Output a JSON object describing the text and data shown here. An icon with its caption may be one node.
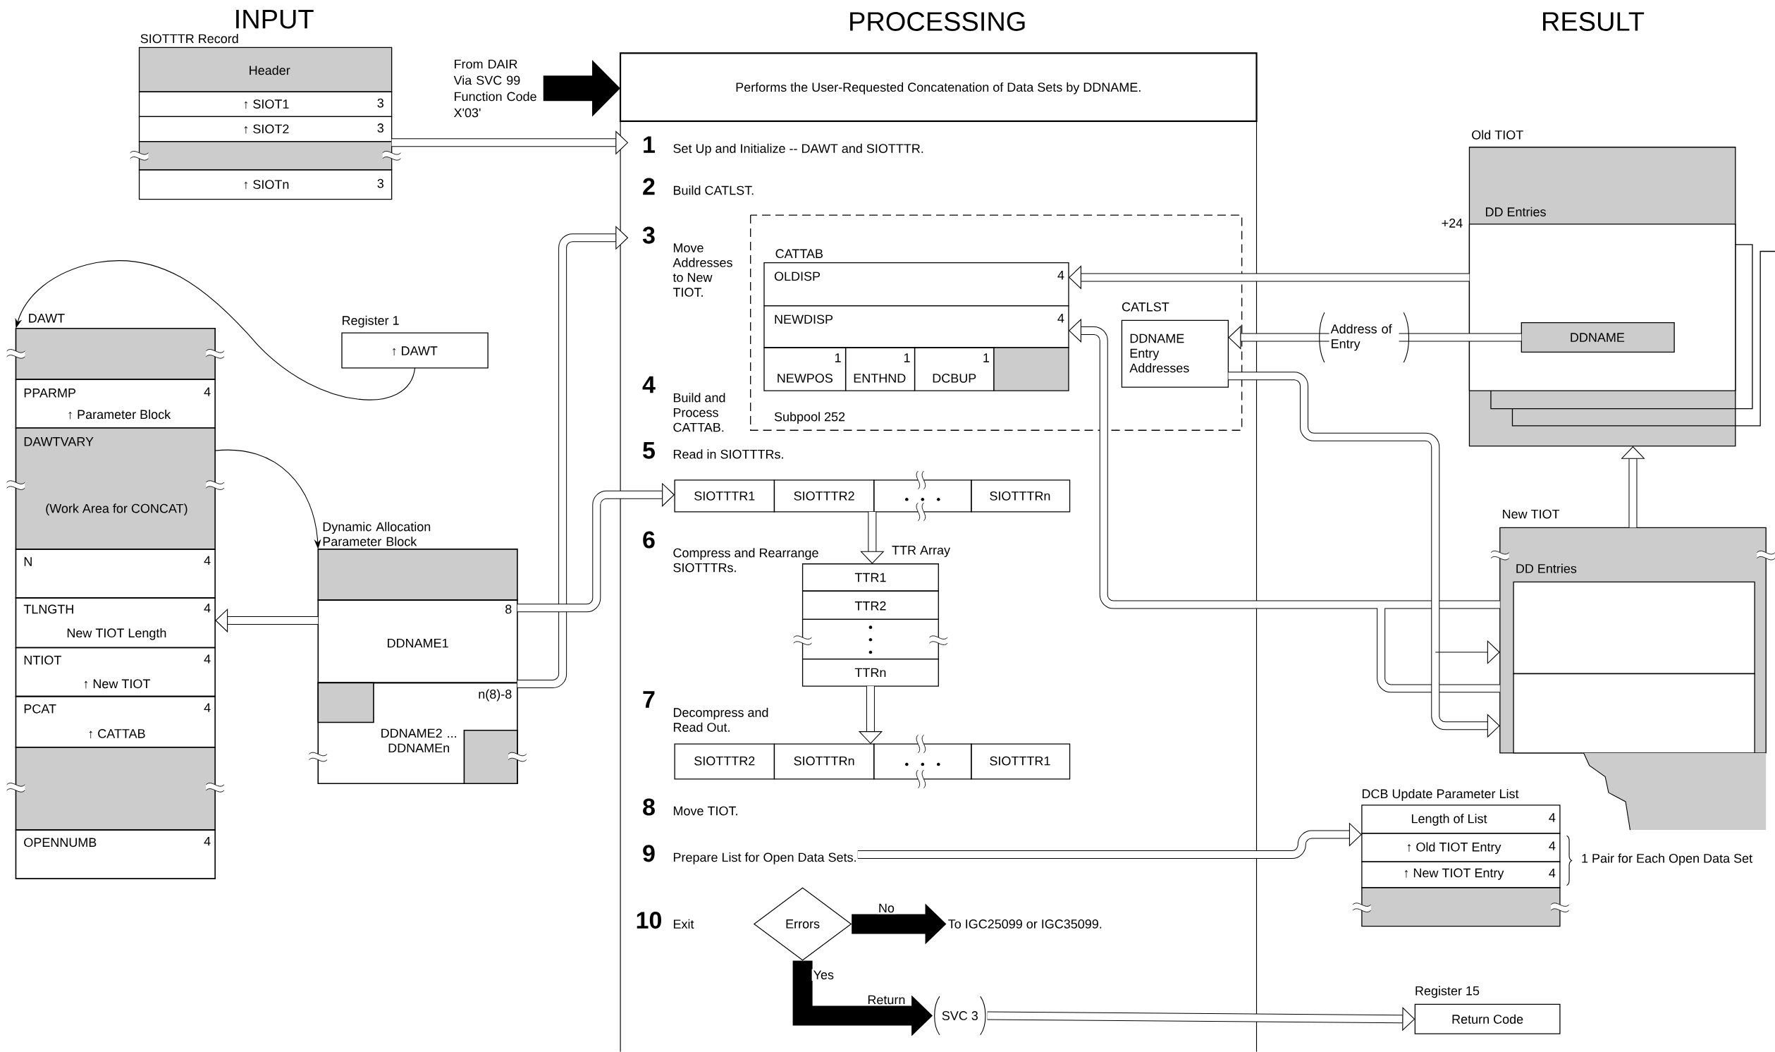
{
  "diagram": {
    "nodes": [
      {
        "text": [
          "SIOTTTR Record",
          "Header",
          "↑ SIOT1",
          "3",
          "↑ SIOT2",
          "3",
          "↑ SIOTn",
          "3"
        ]
      },
      {
        "text": [
          "From DAIR Via SVC 99 Function Code X'03'"
        ]
      },
      {
        "text": [
          "Performs the User-Requested Concatenation of Data Sets by DDNAME."
        ]
      },
      {
        "text": [
          "1",
          "Set Up and Initialize -- DAWT and SIOTTTR."
        ],
        "in": 2
      },
      {
        "text": [
          "2",
          "Build CATLST."
        ],
        "in": 2
      },
      {
        "text": [
          "3",
          "Move Addresses to New TIOT."
        ],
        "in": 2
      },
      {
        "text": [
          "4",
          "Build and Process CATTAB."
        ],
        "in": 2
      },
      {
        "text": [
          "5",
          "Read in SIOTTTRs."
        ],
        "in": 2
      },
      {
        "text": [
          "6",
          "Compress and Rearrange SIOTTTRs."
        ],
        "in": 2
      },
      {
        "text": [
          "7",
          "Decompress and Read Out."
        ],
        "in": 2
      },
      {
        "text": [
          "8",
          "Move TIOT."
        ],
        "in": 2
      },
      {
        "text": [
          "9",
          "Prepare List for Open Data Sets."
        ],
        "in": 2
      },
      {
        "text": [
          "10",
          "Exit"
        ],
        "in": 2
      },
      {
        "text": [
          "Subpool 252"
        ],
        "in": 2
      },
      {
        "text": [
          "CATTAB",
          "OLDISP",
          "4",
          "NEWDISP",
          "4",
          "1",
          "NEWPOS",
          "1",
          "ENTHND",
          "1",
          "DCBUP"
        ],
        "in": 13
      },
      {
        "text": [
          "CATLST",
          "DDNAME Entry Addresses"
        ],
        "in": 13
      },
      {
        "text": [
          "SIOTTTR1",
          "SIOTTTR2",
          "SIOTTTRn"
        ],
        "in": 2
      },
      {
        "text": [
          "TTR Array",
          "TTR1",
          "TTR2",
          "TTRn"
        ],
        "in": 2
      },
      {
        "text": [
          "SIOTTTR2",
          "SIOTTTRn",
          "SIOTTTR1"
        ],
        "in": 2
      },
      {
        "text": [
          "Errors"
        ],
        "in": 2
      },
      {
        "text": [
          "To IGC25099 or IGC35099."
        ],
        "in": 2
      },
      {
        "text": [
          "SVC 3"
        ],
        "in": 2
      },
      {
        "text": [
          "DAWT",
          "PPARMP",
          "4",
          "↑ Parameter Block",
          "DAWTVARY",
          "(Work Area for CONCAT)",
          "N",
          "4",
          "TLNGTH",
          "4",
          "New TIOT Length",
          "NTIOT",
          "4",
          "↑ New TIOT",
          "PCAT",
          "4",
          "↑ CATTAB",
          "OPENNUMB",
          "4"
        ]
      },
      {
        "text": [
          "Register 1",
          "↑ DAWT"
        ]
      },
      {
        "text": [
          "Dynamic Allocation Parameter Block",
          "8",
          "DDNAME1",
          "n(8)-8",
          "DDNAME2 ... DDNAMEn"
        ]
      },
      {
        "text": [
          "Old TIOT",
          "DD Entries"
        ],
        "beside": [
          "+24"
        ]
      },
      {
        "text": [
          "DDNAME"
        ],
        "in": 25
      },
      {
        "text": [
          "New TIOT",
          "DD Entries"
        ]
      },
      {
        "text": [
          "DCB Update Parameter List",
          "Length of List",
          "4",
          "↑ Old TIOT Entry",
          "4",
          "↑ New TIOT Entry",
          "4"
        ],
        "beside": [
          "1 Pair for Each Open Data Set"
        ]
      },
      {
        "text": [
          "Register 15",
          "Return Code"
        ]
      }
    ],
    "edges": [
      {
        "from": 0,
        "to": 3,
        "arrow": "to"
      },
      {
        "from": 1,
        "to": 2,
        "arrow": "to",
        "style": "thick"
      },
      {
        "from": 23,
        "to": 22,
        "arrow": "to"
      },
      {
        "from": 22,
        "to": 24,
        "arrow": "to"
      },
      {
        "from": 24,
        "to": 22,
        "arrow": "to"
      },
      {
        "from": 24,
        "to": 5,
        "arrow": "to"
      },
      {
        "from": 24,
        "to": 16,
        "arrow": "to"
      },
      {
        "from": 16,
        "to": 17,
        "arrow": "to"
      },
      {
        "from": 17,
        "to": 18,
        "arrow": "to"
      },
      {
        "from": 25,
        "to": 14,
        "arrow": "to"
      },
      {
        "from": 26,
        "to": 15,
        "arrow": "to",
        "label": "Address of Entry"
      },
      {
        "from": 27,
        "to": 14,
        "arrow": "to"
      },
      {
        "from": 15,
        "to": 27,
        "arrow": "to"
      },
      {
        "from": 27,
        "to": 25,
        "arrow": "to"
      },
      {
        "from": 11,
        "to": 28,
        "arrow": "to"
      },
      {
        "from": 19,
        "to": 20,
        "arrow": "to",
        "style": "thick",
        "label": "No"
      },
      {
        "from": 19,
        "to": 21,
        "arrow": "to",
        "style": "thick",
        "label": "Yes"
      },
      {
        "from": 21,
        "to": 29,
        "arrow": "to"
      }
    ],
    "labels": [
      "INPUT",
      "PROCESSING",
      "RESULT",
      "Return"
    ]
  }
}
